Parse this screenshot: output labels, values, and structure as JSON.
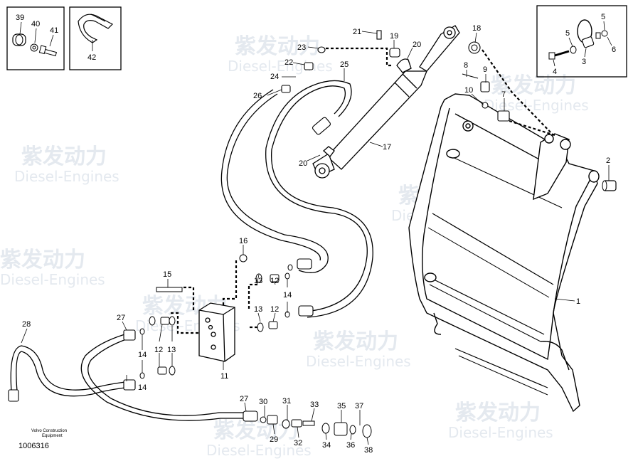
{
  "company_lines": [
    "Volvo Construction",
    "Equipment"
  ],
  "drawing_number": "1006316",
  "watermark": {
    "brand_cn": "紫发动力",
    "brand_en": "Diesel-Engines"
  },
  "colors": {
    "line": "#000000",
    "watermark": "#e4e9ef",
    "background": "#ffffff"
  },
  "inset_left_a": {
    "labels": [
      "39",
      "40",
      "41"
    ]
  },
  "inset_left_b": {
    "labels": [
      "42"
    ]
  },
  "inset_right": {
    "labels": [
      "5",
      "5",
      "6",
      "4",
      "3"
    ]
  },
  "main_labels": {
    "l1": "1",
    "l2": "2",
    "l7": "7",
    "l8": "8",
    "l9": "9",
    "l10": "10",
    "l11": "11",
    "l12a": "12",
    "l12b": "12",
    "l13a": "13",
    "l13b": "13",
    "l14a": "14",
    "l14b": "14",
    "l14c": "14",
    "l15": "15",
    "l16": "16",
    "l17": "17",
    "l18": "18",
    "l19": "19",
    "l20a": "20",
    "l20b": "20",
    "l21": "21",
    "l22": "22",
    "l23": "23",
    "l24": "24",
    "l25": "25",
    "l26": "26",
    "l27a": "27",
    "l27b": "27",
    "l28": "28",
    "l29": "29",
    "l30": "30",
    "l31": "31",
    "l32": "32",
    "l33": "33",
    "l34": "34",
    "l35": "35",
    "l36": "36",
    "l37": "37",
    "l38": "38"
  }
}
